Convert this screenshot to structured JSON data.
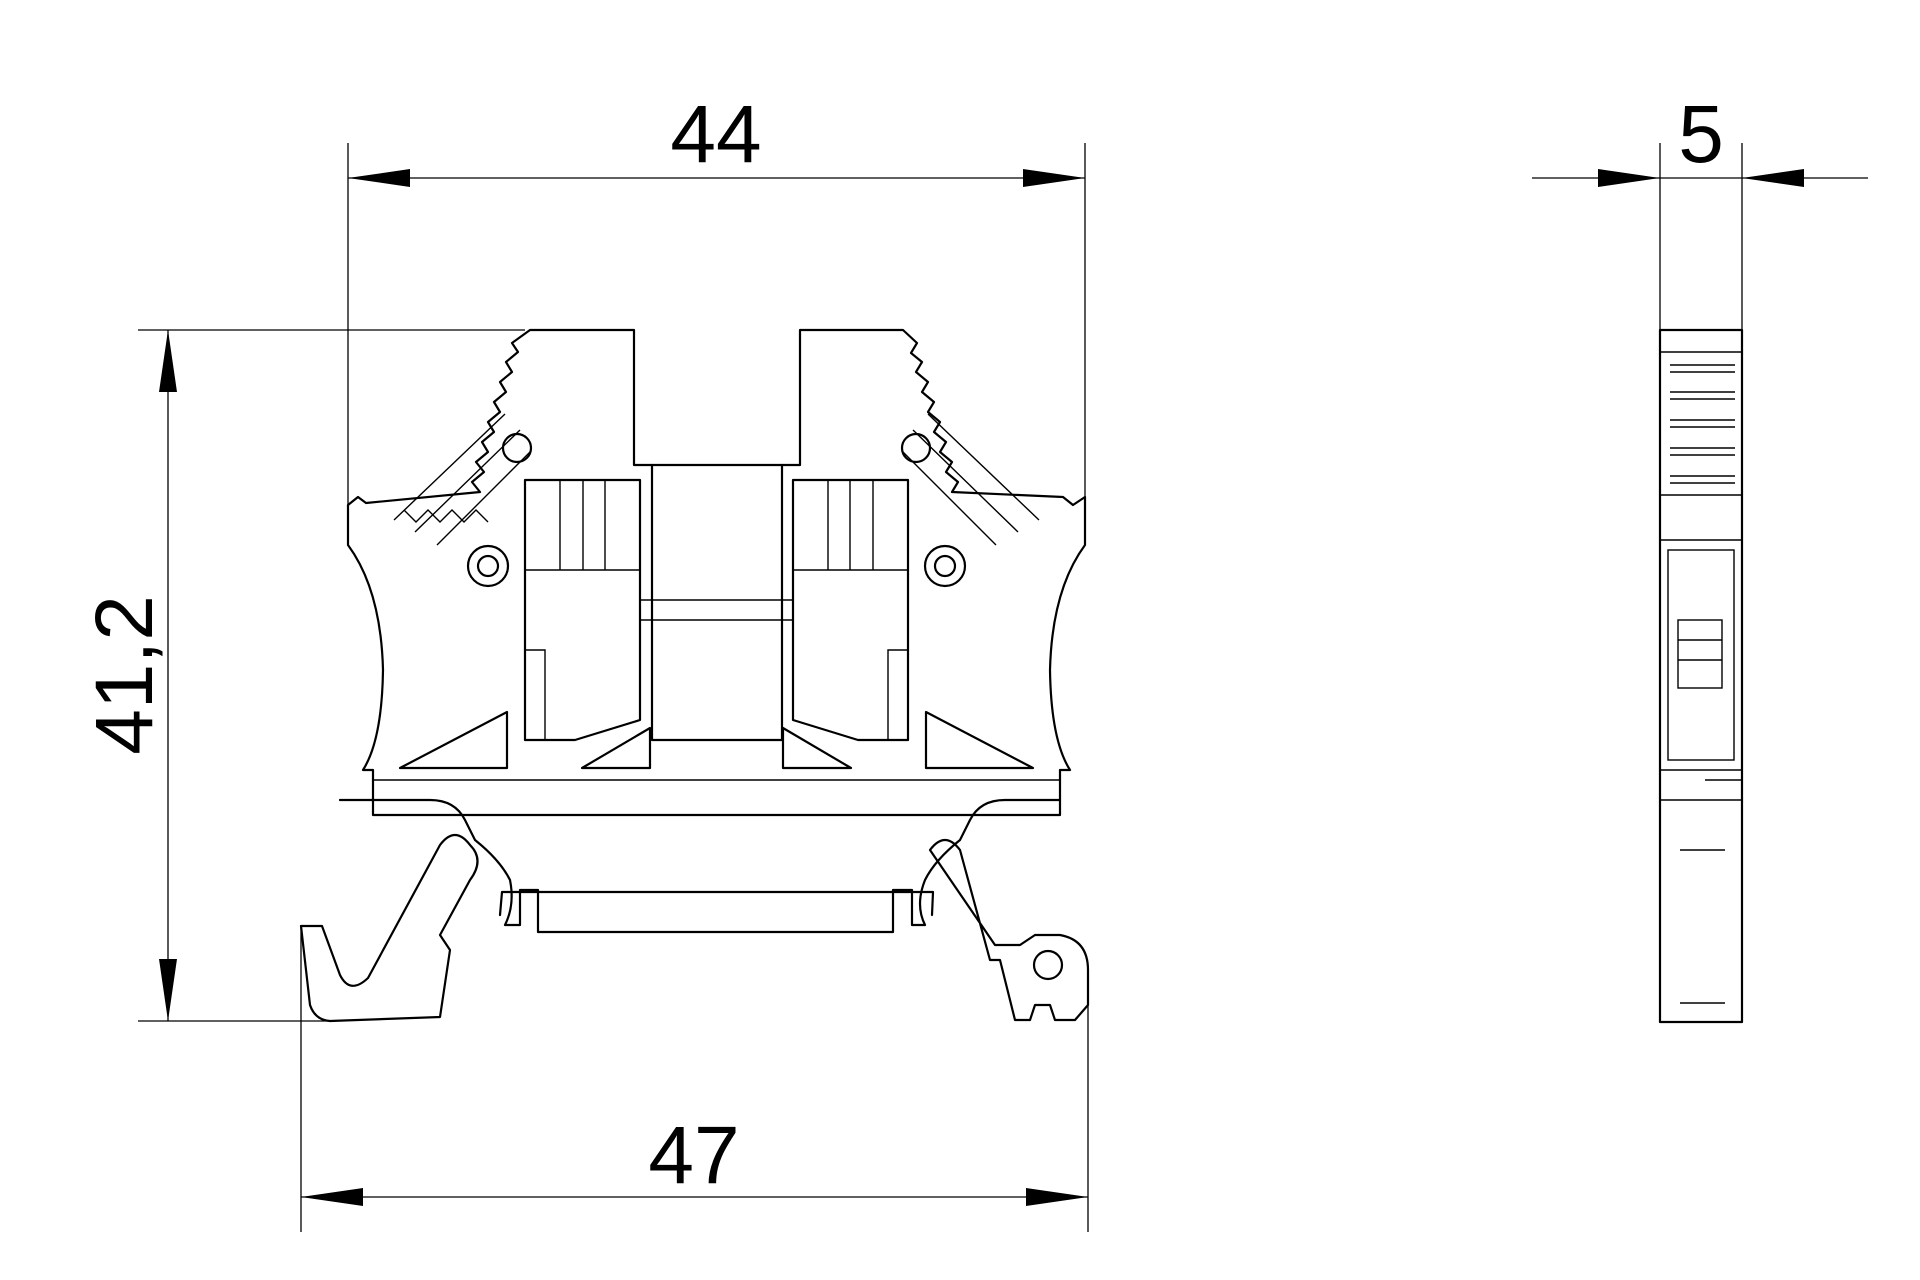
{
  "dimensions": {
    "width_top": "44",
    "width_bottom": "47",
    "height": "41,2",
    "thickness": "5"
  }
}
